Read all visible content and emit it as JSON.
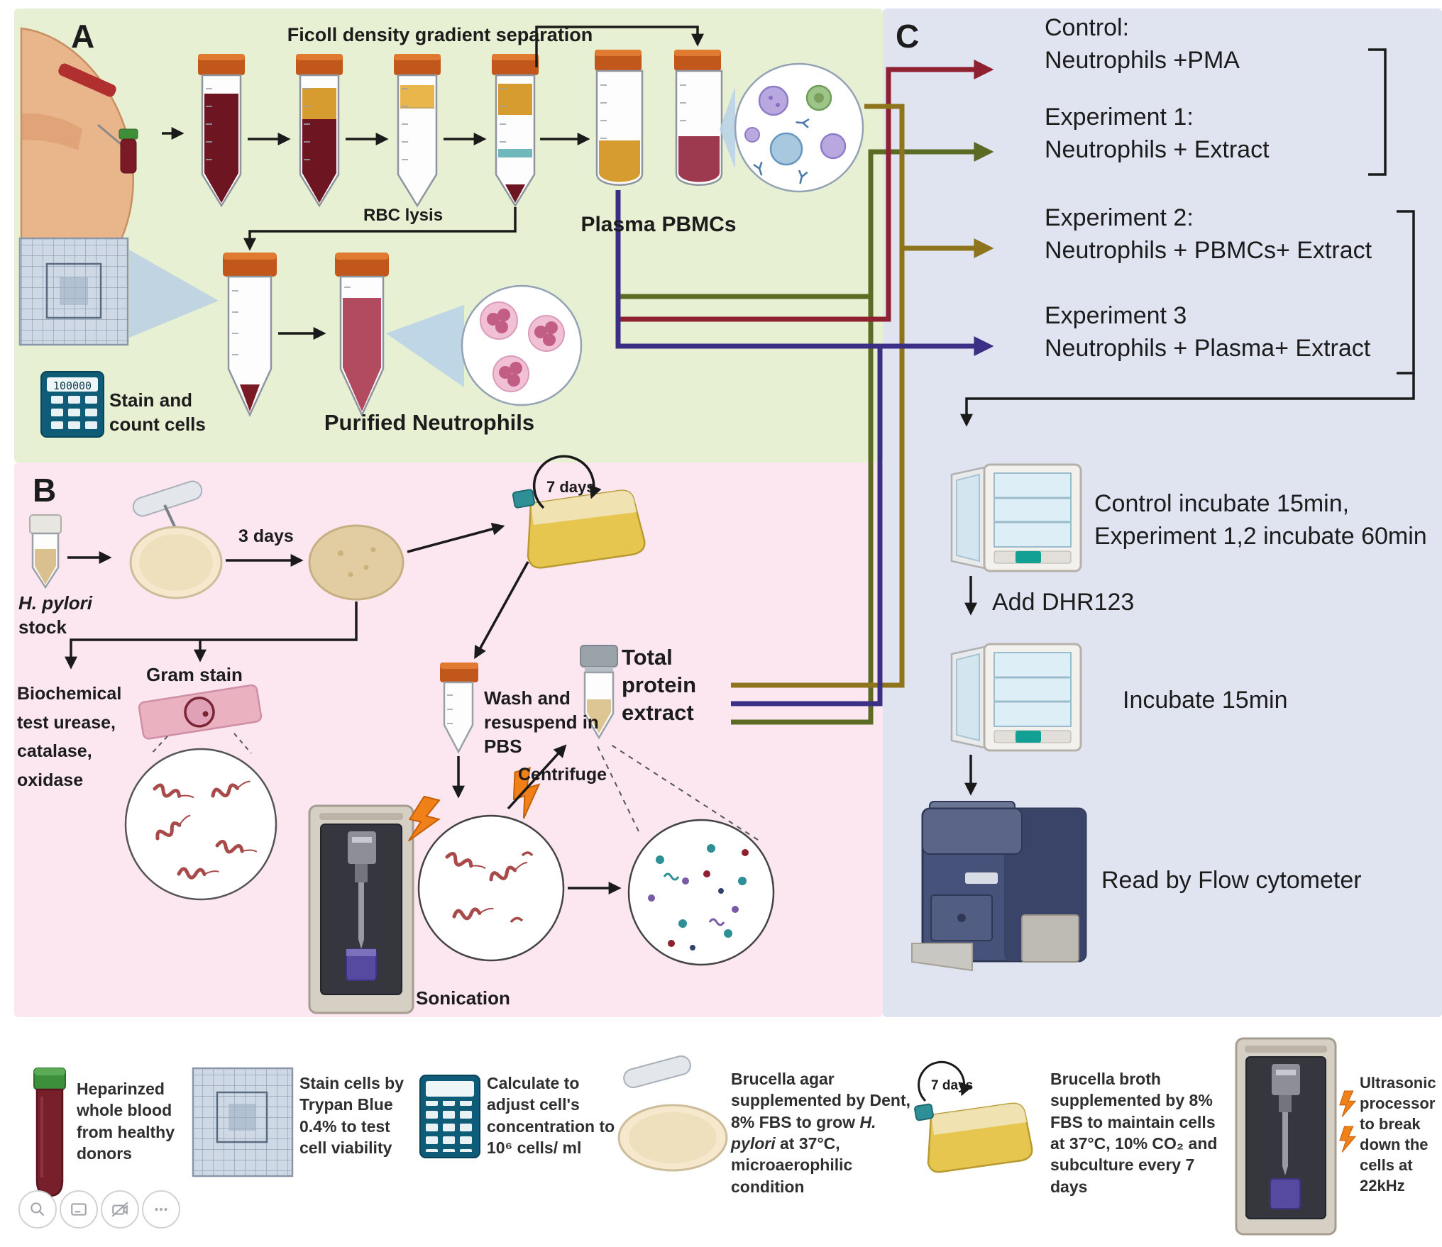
{
  "panel_a": {
    "label": "A",
    "ficoll_title": "Ficoll density gradient separation",
    "rbc_lysis": "RBC lysis",
    "plasma": "Plasma",
    "pbmcs": "PBMCs",
    "purified_neutrophils": "Purified Neutrophils",
    "calculator_value": "100000",
    "stain_count": "Stain and count cells"
  },
  "panel_b": {
    "label": "B",
    "stock_species": "H. pylori",
    "stock_word": "stock",
    "three_days": "3 days",
    "seven_days": "7 days",
    "biochemical": "Biochemical test urease, catalase, oxidase",
    "gram_stain": "Gram stain",
    "wash_pbs": "Wash and resuspend in PBS",
    "centrifuge": "Centrifuge",
    "sonication": "Sonication",
    "total_protein_extract": "Total protein extract"
  },
  "panel_c": {
    "label": "C",
    "experiments": [
      {
        "title": "Control:",
        "desc": "Neutrophils +PMA",
        "color": "#8e2030"
      },
      {
        "title": "Experiment 1:",
        "desc": "Neutrophils + Extract",
        "color": "#5c6b23"
      },
      {
        "title": "Experiment 2:",
        "desc": "Neutrophils + PBMCs+ Extract",
        "color": "#8f741e"
      },
      {
        "title": "Experiment 3",
        "desc": "Neutrophils + Plasma+ Extract",
        "color": "#3b2e85"
      }
    ],
    "incubate_step": "Control incubate 15min, Experiment 1,2 incubate 60min",
    "add_dhr": "Add DHR123",
    "incubate_15": "Incubate 15min",
    "read_flow": "Read by Flow cytometer"
  },
  "legend": {
    "items": [
      {
        "text": "Heparinzed whole blood from healthy donors"
      },
      {
        "text": "Stain cells by Trypan Blue 0.4% to test cell viability"
      },
      {
        "text": "Calculate to adjust cell's concentration to 10⁶ cells/ ml"
      },
      {
        "pre": "Brucella agar supplemented by Dent, 8% FBS to grow ",
        "italic": "H. pylori",
        "post": " at 37°C, microaerophilic condition"
      },
      {
        "text": "Brucella broth supplemented by 8% FBS to maintain cells at 37°C, 10% CO₂ and subculture every 7 days"
      },
      {
        "text": "Ultrasonic processor to break down the cells at 22kHz"
      }
    ],
    "seven_days": "7 days"
  }
}
